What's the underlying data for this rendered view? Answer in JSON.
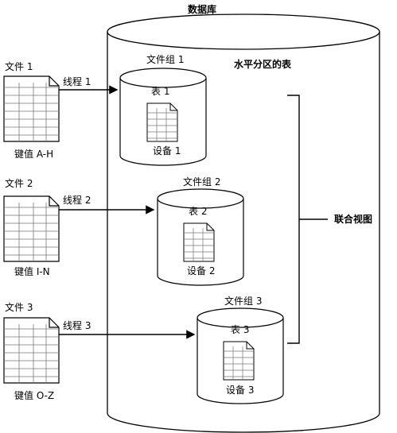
{
  "database": {
    "title": "数据库",
    "partitioned_table_label": "水平分区的表"
  },
  "federated_view": {
    "label": "联合视图"
  },
  "files": [
    {
      "name": "文件 1",
      "thread": "线程 1",
      "key": "键值 A-H"
    },
    {
      "name": "文件 2",
      "thread": "线程 2",
      "key": "键值 I-N"
    },
    {
      "name": "文件 3",
      "thread": "线程 3",
      "key": "键值 O-Z"
    }
  ],
  "filegroups": [
    {
      "name": "文件组 1",
      "table": "表 1",
      "device": "设备 1"
    },
    {
      "name": "文件组 2",
      "table": "表 2",
      "device": "设备 2"
    },
    {
      "name": "文件组 3",
      "table": "表 3",
      "device": "设备 3"
    }
  ]
}
